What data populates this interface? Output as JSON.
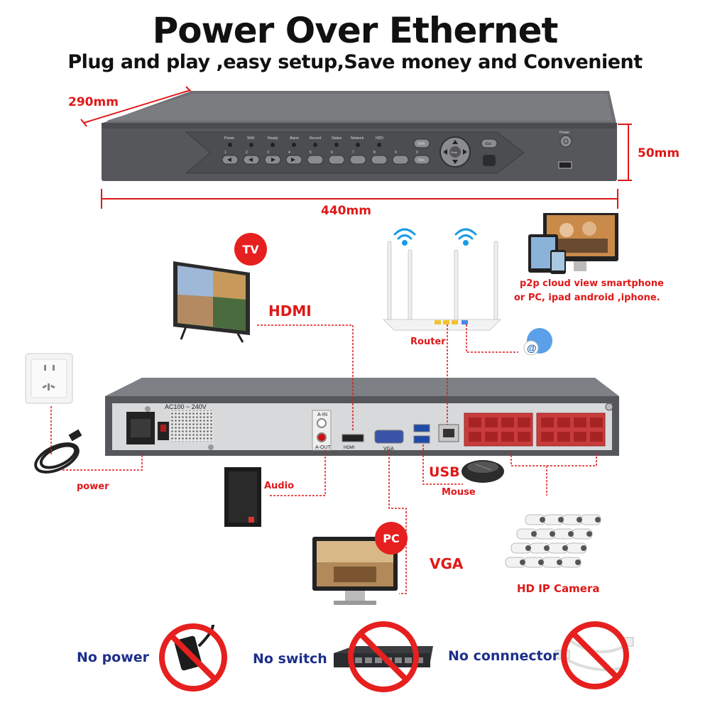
{
  "header": {
    "title": "Power Over Ethernet",
    "subtitle": "Plug and play ,easy setup,Save money and Convenient"
  },
  "dimensions": {
    "depth": "290mm",
    "height": "50mm",
    "width": "440mm"
  },
  "front_panel": {
    "indicators": [
      "Power",
      "Shift",
      "Ready",
      "Alarm",
      "Record",
      "Status",
      "Network",
      "HDD"
    ],
    "button_numbers": [
      "1",
      "2",
      "3",
      "4",
      "5",
      "6",
      "7",
      "8",
      "9",
      "0"
    ],
    "shift_label": "Shift",
    "rec_label": "Rec",
    "enter_label": "Enter",
    "esc_label": "Esc",
    "power_label": "Power"
  },
  "rear_panel": {
    "ac_label": "AC100 ~ 240V",
    "audio_in_label": "A-IN",
    "audio_out_label": "A-OUT",
    "hdmi_label": "HDMI",
    "vga_label": "VGA"
  },
  "connections": {
    "tv_badge": "TV",
    "hdmi": "HDMI",
    "router": "Router",
    "p2p_line1": "p2p cloud  view smartphone",
    "p2p_line2": "or PC, ipad android ,iphone.",
    "power": "power",
    "audio": "Audio",
    "usb": "USB",
    "mouse": "Mouse",
    "pc_badge": "PC",
    "vga": "VGA",
    "camera": "HD IP Camera"
  },
  "footer": {
    "no_power": "No power",
    "no_switch": "No switch",
    "no_connector": "No connnector"
  },
  "colors": {
    "accent_red": "#e01818",
    "footer_blue": "#1d2f8a",
    "device_gray": "#5b5d61"
  }
}
